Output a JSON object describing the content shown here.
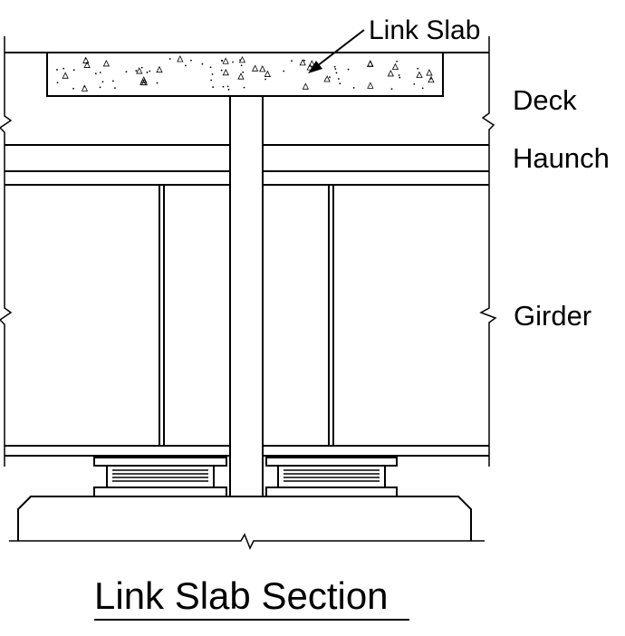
{
  "labels": {
    "callout": "Link Slab",
    "deck": "Deck",
    "haunch": "Haunch",
    "girder": "Girder"
  },
  "title": "Link Slab Section"
}
